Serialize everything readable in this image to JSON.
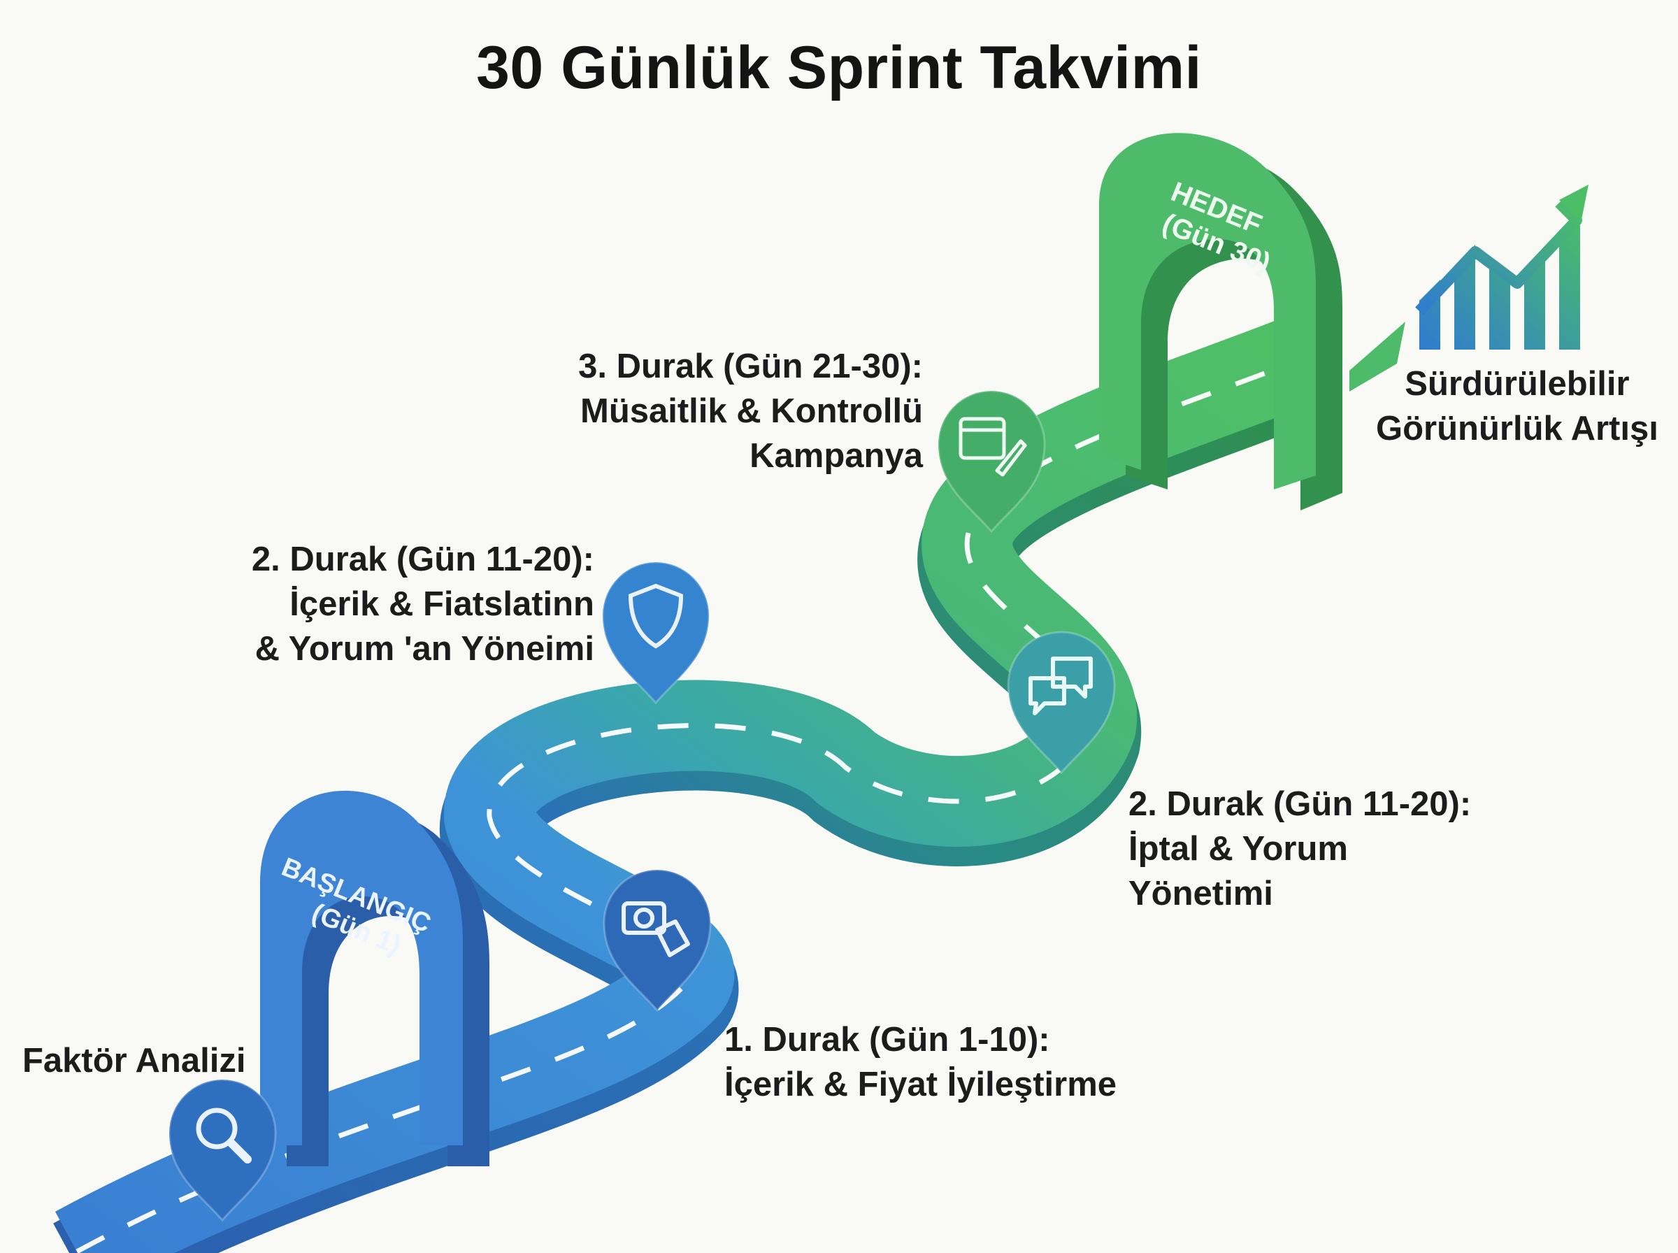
{
  "title": "30 Günlük Sprint Takvimi",
  "gates": {
    "start": {
      "line1": "BAŞLANGIÇ",
      "line2": "(Gün 1)"
    },
    "goal": {
      "line1": "HEDEF",
      "line2": "(Gün 30)"
    }
  },
  "labels": {
    "factor": "Faktör Analizi",
    "stop1": {
      "heading": "1. Durak (Gün 1-10):",
      "line2": "İçerik & Fiyat İyileştirme"
    },
    "stop2a": {
      "heading": "2. Durak (Gün 11-20):",
      "line2": "İçerik & Fiatslatinn",
      "line3": "& Yorum 'an Yöneimi"
    },
    "stop2b": {
      "heading": "2. Durak (Gün 11-20):",
      "line2": "İptal & Yorum",
      "line3": "Yönetimi"
    },
    "stop3": {
      "heading": "3. Durak (Gün 21-30):",
      "line2": "Müsaitlik & Kontrollü",
      "line3": "Kampanya"
    },
    "result": {
      "line1": "Sürdürülebilir",
      "line2": "Görünürlük Artışı"
    }
  },
  "icons": {
    "factor": "magnifier-icon",
    "stop1": "camera-tag-icon",
    "stop2a": "shield-icon",
    "stop2b": "chat-bubbles-icon",
    "stop3": "calendar-rocket-icon",
    "result": "growth-chart-icon"
  },
  "colors": {
    "blue": "#3b86d6",
    "blue_dark": "#2a62a8",
    "teal": "#3aa6b0",
    "green": "#4cb96a",
    "green_dark": "#35934f",
    "text": "#1c1c1c"
  }
}
